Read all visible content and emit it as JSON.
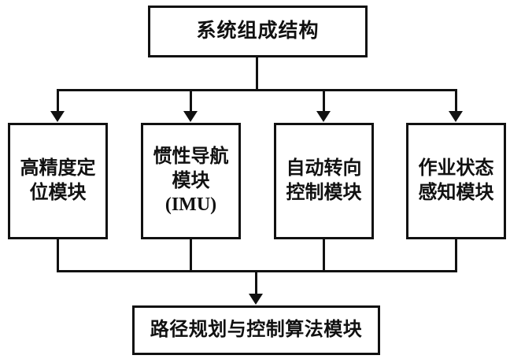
{
  "nodes": {
    "root": {
      "label": "系统组成结构"
    },
    "modules": [
      {
        "label": "高精度定\n位模块"
      },
      {
        "label": "惯性导航\n模块\n(IMU)"
      },
      {
        "label": "自动转向\n控制模块"
      },
      {
        "label": "作业状态\n感知模块"
      }
    ],
    "output": {
      "label": "路径规划与控制算法模块"
    }
  },
  "edges": [
    {
      "from": "系统组成结构",
      "to": "高精度定位模块"
    },
    {
      "from": "系统组成结构",
      "to": "惯性导航模块(IMU)"
    },
    {
      "from": "系统组成结构",
      "to": "自动转向控制模块"
    },
    {
      "from": "系统组成结构",
      "to": "作业状态感知模块"
    },
    {
      "from": "高精度定位模块",
      "to": "路径规划与控制算法模块"
    },
    {
      "from": "惯性导航模块(IMU)",
      "to": "路径规划与控制算法模块"
    },
    {
      "from": "自动转向控制模块",
      "to": "路径规划与控制算法模块"
    },
    {
      "from": "作业状态感知模块",
      "to": "路径规划与控制算法模块"
    }
  ],
  "colors": {
    "line": "#111111",
    "background": "#ffffff",
    "text": "#111111"
  }
}
